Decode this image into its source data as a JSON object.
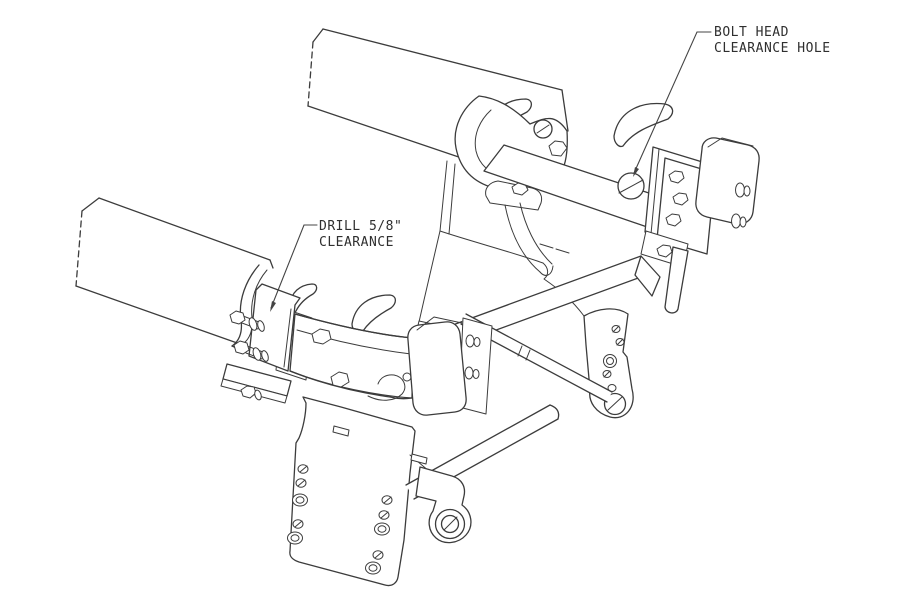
{
  "page": {
    "background_color": "#ffffff",
    "line_color": "#3c3c3c",
    "leader_color": "#444444",
    "text_color": "#2f2f2f"
  },
  "drawing": {
    "type": "isometric-cad-line-drawing",
    "annotations": {
      "bolt_head": {
        "line1": "BOLT HEAD",
        "line2": "CLEARANCE HOLE"
      },
      "drill": {
        "line1": "DRILL 5/8\"",
        "line2": "CLEARANCE"
      }
    }
  }
}
